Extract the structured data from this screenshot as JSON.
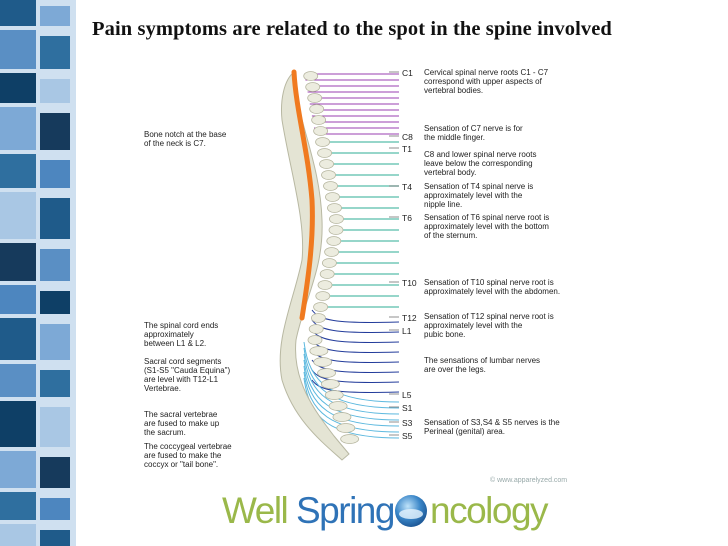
{
  "slide": {
    "title": "Pain symptoms are related to the spot in the spine involved"
  },
  "figure": {
    "levels": {
      "c1": "C1",
      "c8": "C8",
      "t1": "T1",
      "t4": "T4",
      "t6": "T6",
      "t10": "T10",
      "t12": "T12",
      "l1": "L1",
      "l5": "L5",
      "s1": "S1",
      "s3": "S3",
      "s5": "S5"
    },
    "right_notes": {
      "cervical": "Cervical spinal nerve roots C1 - C7\ncorrespond with upper aspects of\nvertebral bodies.",
      "c7": "Sensation of C7 nerve is for\nthe middle finger.",
      "c8_lower": "C8 and lower spinal nerve roots\nleave below the corresponding\nvertebral body.",
      "t4": "Sensation of T4 spinal nerve is\napproximately level with the\nnipple line.",
      "t6": "Sensation of T6 spinal nerve root is\napproximately level with the bottom\nof the sternum.",
      "t10": "Sensation of T10 spinal nerve root is\napproximately level with the abdomen.",
      "t12": "Sensation of T12 spinal nerve root is\napproximately level with the\npubic bone.",
      "lumbar": "The sensations of lumbar nerves\nare over the legs.",
      "sacral": "Sensation of S3,S4 & S5 nerves is the\nPerineal (genital) area."
    },
    "left_notes": {
      "bone_notch": "Bone notch at the base\nof the neck is C7.",
      "cord_ends": "The spinal cord ends\napproximately\nbetween L1 & L2.",
      "sacral_segments": "Sacral cord segments\n(S1-S5 \"Cauda Equina\")\nare level with T12-L1\nVertebrae.",
      "sacral_fused": "The sacral vertebrae\nare fused to make up\nthe sacrum.",
      "coccygeal": "The coccygeal vertebrae\nare fused to make the\ncoccyx or \"tail bone\"."
    },
    "copyright": "© www.apparelyzed.com"
  },
  "logo": {
    "part1": "Well",
    "part2": "Spring",
    "part3": "ncology",
    "colors": {
      "well": "#9ab84a",
      "spring": "#2f73b7",
      "ncology": "#9ab84a",
      "orb": "#3a86c8"
    }
  },
  "colors": {
    "cord": "#f07a20",
    "cervical_nerve": "#9a3fb0",
    "thoracic_nerve": "#2eae94",
    "lumbar_nerve": "#233c9b",
    "sacral_nerve": "#5bb8de",
    "bone": "#e2e2d2"
  }
}
